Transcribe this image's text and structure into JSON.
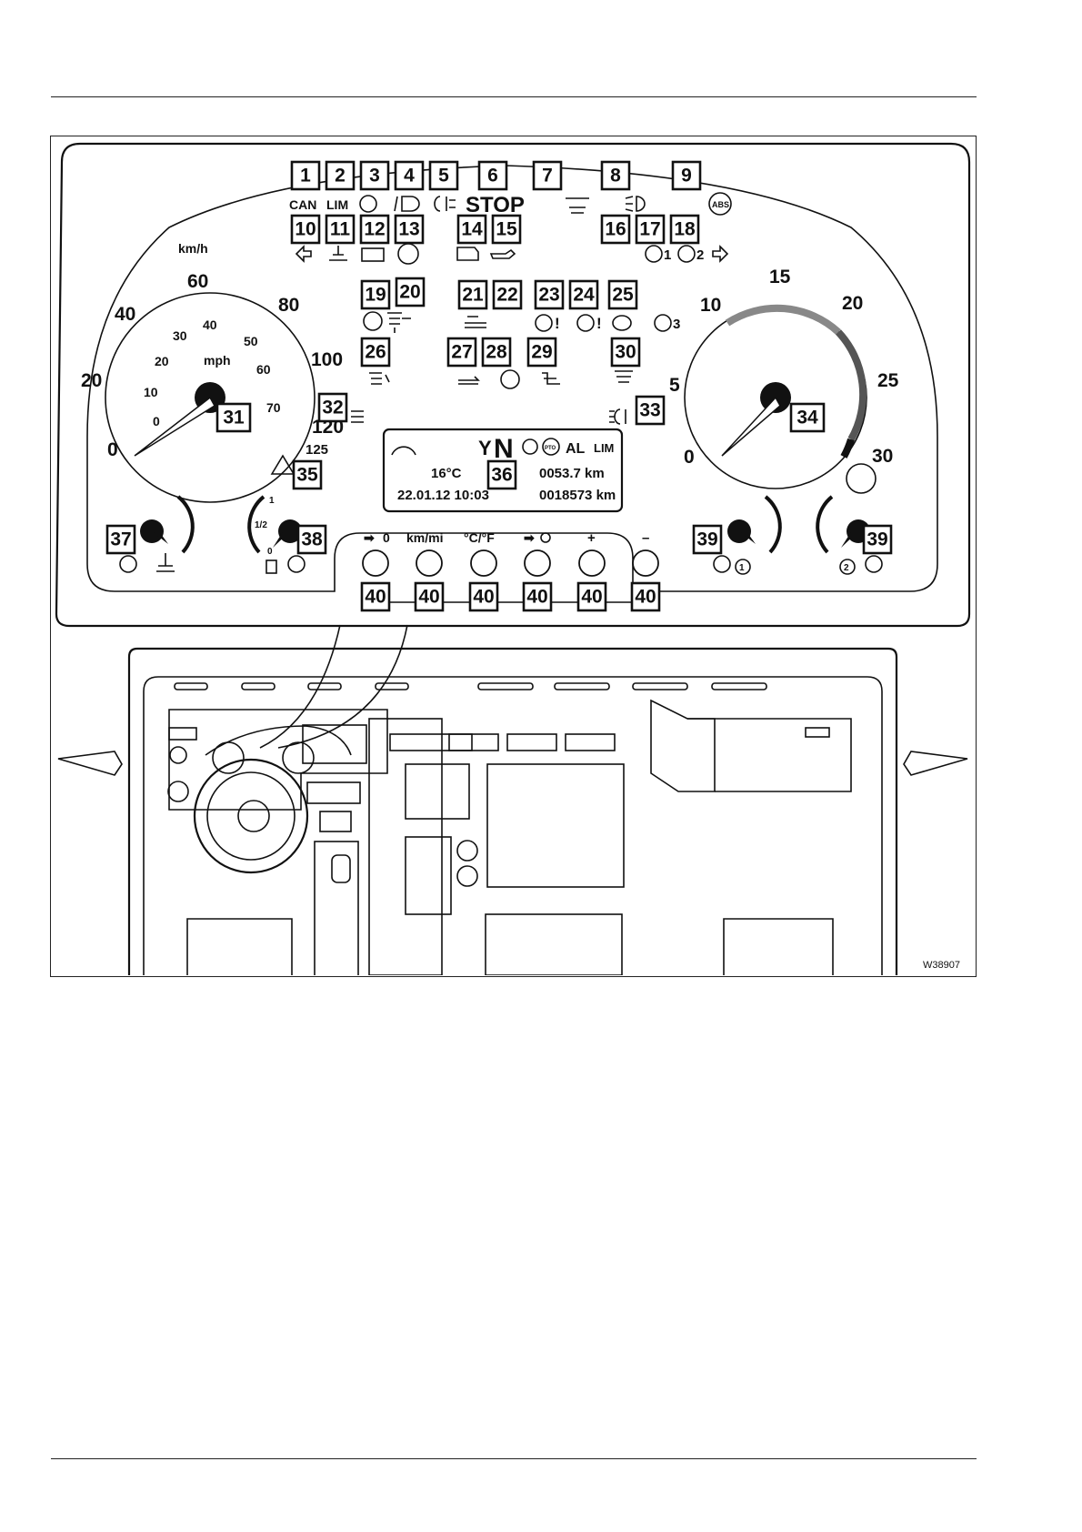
{
  "figure_id": "W38907",
  "speedometer": {
    "unit_kmh": "km/h",
    "unit_mph": "mph",
    "kmh_labels": [
      "0",
      "20",
      "40",
      "60",
      "80",
      "100",
      "120",
      "125"
    ],
    "mph_labels": [
      "0",
      "10",
      "20",
      "30",
      "40",
      "50",
      "60",
      "70"
    ]
  },
  "tachometer": {
    "labels": [
      "0",
      "5",
      "10",
      "15",
      "20",
      "25",
      "30"
    ]
  },
  "fuel_gauge": {
    "labels": [
      "1",
      "1/2",
      "0"
    ]
  },
  "warning_labels": {
    "can": "CAN",
    "lim": "LIM",
    "stop": "STOP",
    "abs": "ABS",
    "one": "1",
    "two": "2",
    "three": "3",
    "excl": "!"
  },
  "display": {
    "gear": "N",
    "wrench": "Y",
    "pto": "PTO",
    "al": "AL",
    "lim": "LIM",
    "temperature": "16°C",
    "trip": "0053.7 km",
    "datetime": "22.01.12  10:03",
    "odometer": "0018573 km"
  },
  "buttons": [
    {
      "label": "0",
      "arrow": true
    },
    {
      "label": "km/mi",
      "arrow": false
    },
    {
      "label": "°C/°F",
      "arrow": false
    },
    {
      "label": "",
      "arrow": true,
      "clock": true
    },
    {
      "label": "+",
      "arrow": false
    },
    {
      "label": "–",
      "arrow": false
    }
  ],
  "callouts": {
    "c1": "1",
    "c2": "2",
    "c3": "3",
    "c4": "4",
    "c5": "5",
    "c6": "6",
    "c7": "7",
    "c8": "8",
    "c9": "9",
    "c10": "10",
    "c11": "11",
    "c12": "12",
    "c13": "13",
    "c14": "14",
    "c15": "15",
    "c16": "16",
    "c17": "17",
    "c18": "18",
    "c19": "19",
    "c20": "20",
    "c21": "21",
    "c22": "22",
    "c23": "23",
    "c24": "24",
    "c25": "25",
    "c26": "26",
    "c27": "27",
    "c28": "28",
    "c29": "29",
    "c30": "30",
    "c31": "31",
    "c32": "32",
    "c33": "33",
    "c34": "34",
    "c35": "35",
    "c36": "36",
    "c37": "37",
    "c38": "38",
    "c39a": "39",
    "c39b": "39",
    "c40": "40"
  }
}
